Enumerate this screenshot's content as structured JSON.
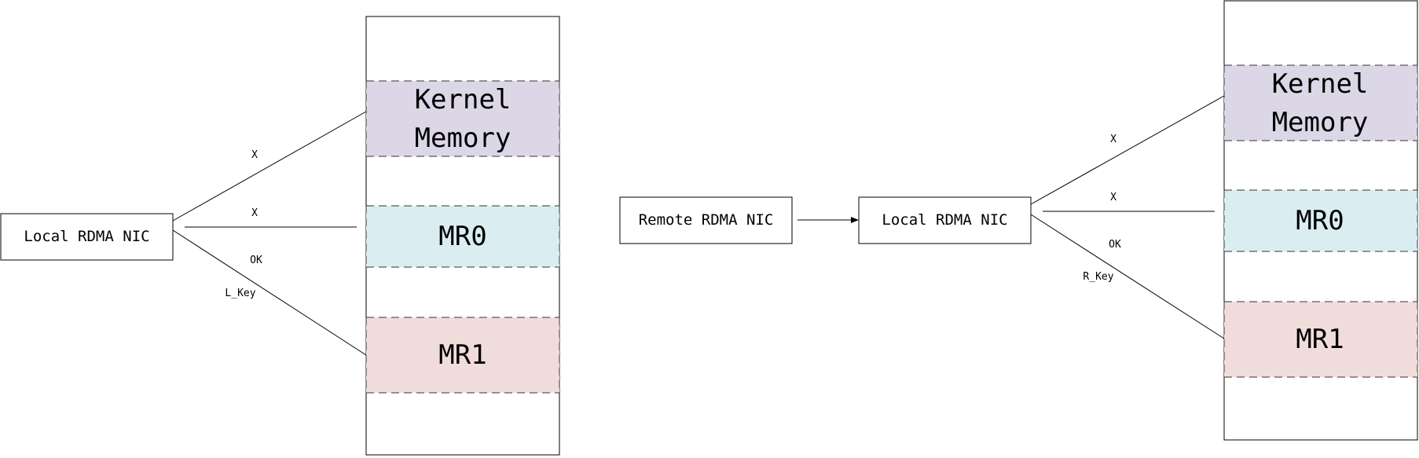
{
  "colors": {
    "kernel_memory": "#dcd7e6",
    "mr0": "#daedf0",
    "mr1": "#f1dcdc",
    "stroke": "#000000"
  },
  "left_diagram": {
    "nic": "Local RDMA NIC",
    "memory": {
      "kernel_line1": "Kernel",
      "kernel_line2": "Memory",
      "mr0": "MR0",
      "mr1": "MR1"
    },
    "edges": {
      "to_kernel": "X",
      "to_mr0": "X",
      "to_mr1_status": "OK",
      "to_mr1_key": "L_Key"
    }
  },
  "right_diagram": {
    "remote_nic": "Remote RDMA NIC",
    "local_nic": "Local RDMA NIC",
    "memory": {
      "kernel_line1": "Kernel",
      "kernel_line2": "Memory",
      "mr0": "MR0",
      "mr1": "MR1"
    },
    "edges": {
      "to_kernel": "X",
      "to_mr0": "X",
      "to_mr1_status": "OK",
      "to_mr1_key": "R_Key"
    }
  }
}
